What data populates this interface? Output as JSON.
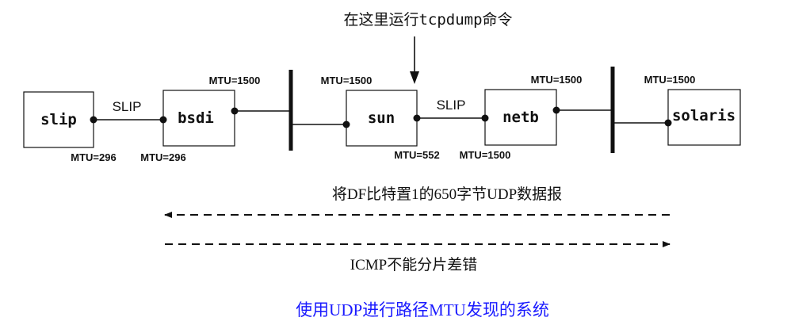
{
  "annotation": {
    "prefix": "在这里运行",
    "command": "tcpdump",
    "suffix": "命令"
  },
  "hosts": {
    "slip": "slip",
    "bsdi": "bsdi",
    "sun": "sun",
    "netb": "netb",
    "solaris": "solaris"
  },
  "links": {
    "slip_bsdi": "SLIP",
    "sun_netb": "SLIP"
  },
  "mtu": {
    "slip": "MTU=296",
    "bsdi_slip": "MTU=296",
    "bsdi_eth": "MTU=1500",
    "sun_eth": "MTU=1500",
    "sun_slip": "MTU=552",
    "netb_slip": "MTU=1500",
    "netb_eth": "MTU=1500",
    "solaris": "MTU=1500"
  },
  "flows": {
    "request": "将DF比特置1的650字节UDP数据报",
    "reply": "ICMP不能分片差错"
  },
  "caption": "使用UDP进行路径MTU发现的系统"
}
